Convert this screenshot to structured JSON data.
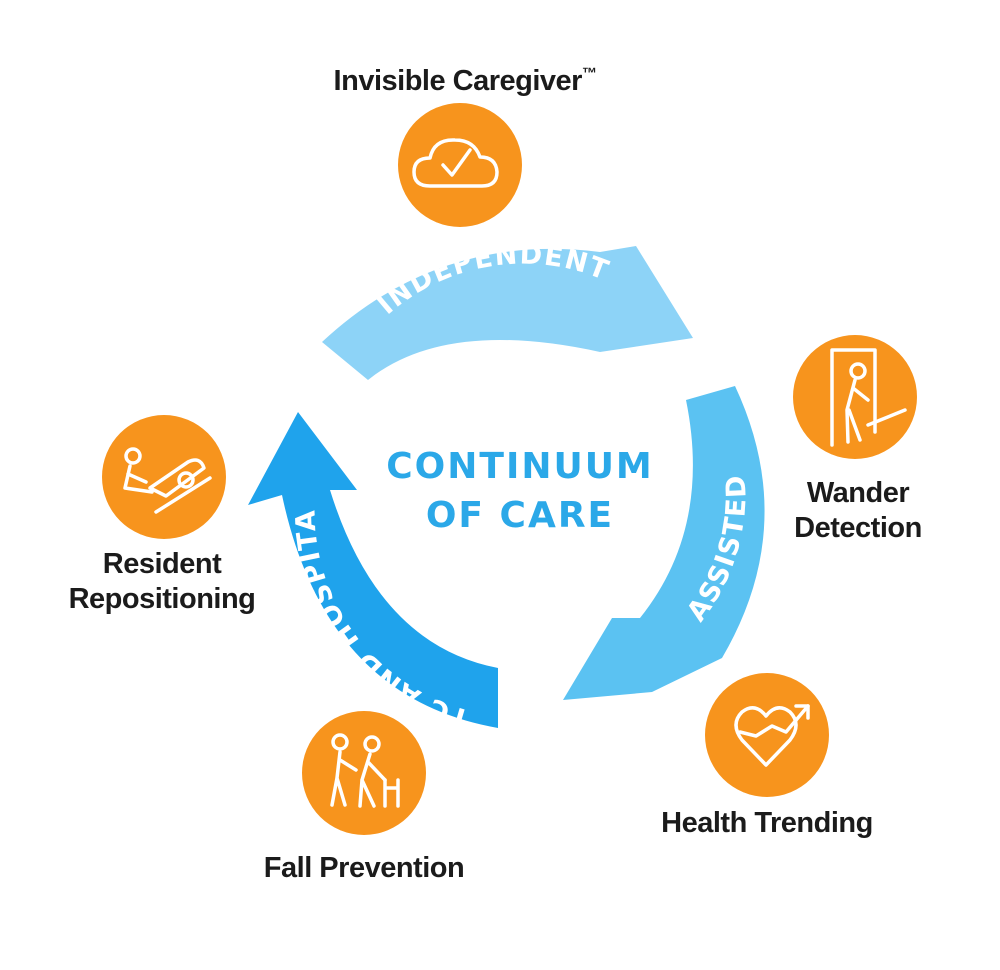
{
  "diagram": {
    "center": {
      "line1": "CONTINUUM",
      "line2": "OF CARE"
    },
    "stages": [
      {
        "label": "INDEPENDENT"
      },
      {
        "label": "ASSISTED"
      },
      {
        "label": "LTC AND HOSPITAL"
      }
    ],
    "services": [
      {
        "label_line1": "Invisible Caregiver",
        "mark": "™",
        "icon": "cloud-check-icon"
      },
      {
        "label_line1": "Wander",
        "label_line2": "Detection",
        "icon": "door-wander-icon"
      },
      {
        "label_line1": "Health Trending",
        "icon": "heart-trend-icon"
      },
      {
        "label_line1": "Fall Prevention",
        "icon": "walker-assist-icon"
      },
      {
        "label_line1": "Resident",
        "label_line2": "Repositioning",
        "icon": "bed-reposition-icon"
      }
    ]
  },
  "colors": {
    "orange": "#F7941D",
    "arrow_light": "#8DD3F7",
    "arrow_mid": "#5BC2F2",
    "arrow_dark": "#1FA3EC",
    "center_text": "#2BA8E8",
    "label_text": "#1b1b1b"
  }
}
